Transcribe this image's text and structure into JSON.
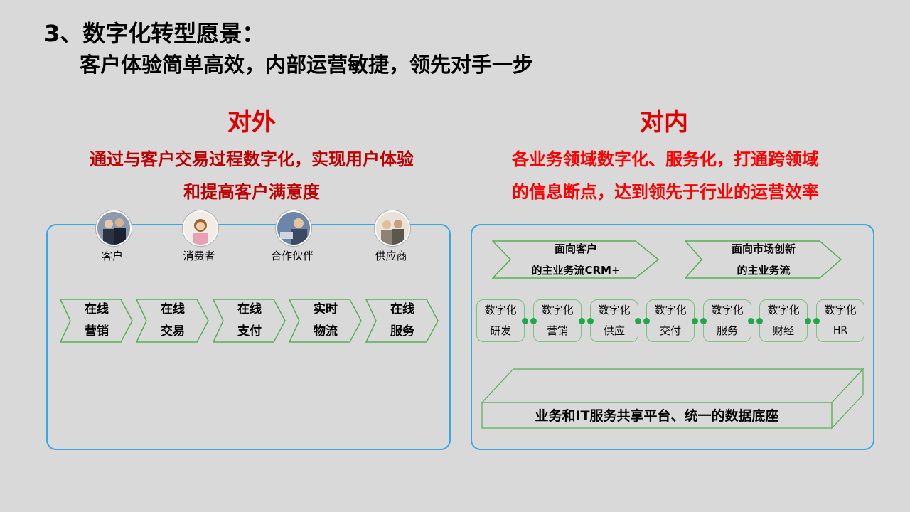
{
  "title": "3、数字化转型愿景：",
  "subtitle": "客户体验简单高效，内部运营敏捷，领先对手一步",
  "external": {
    "heading": "对外",
    "desc_line1": "通过与客户交易过程数字化，实现用户体验",
    "desc_line2": "和提高客户满意度",
    "roles": [
      {
        "label": "客户",
        "icon": "business-meeting-photo"
      },
      {
        "label": "消费者",
        "icon": "consumer-photo"
      },
      {
        "label": "合作伙伴",
        "icon": "partner-photo"
      },
      {
        "label": "供应商",
        "icon": "supplier-photo"
      }
    ],
    "steps": [
      {
        "line1": "在线",
        "line2": "营销"
      },
      {
        "line1": "在线",
        "line2": "交易"
      },
      {
        "line1": "在线",
        "line2": "支付"
      },
      {
        "line1": "实时",
        "line2": "物流"
      },
      {
        "line1": "在线",
        "line2": "服务"
      }
    ]
  },
  "internal": {
    "heading": "对内",
    "desc_line1": "各业务领域数字化、服务化，打通跨领域",
    "desc_line2": "的信息断点，达到领先于行业的运营效率",
    "flows": [
      {
        "line1": "面向客户",
        "line2": "的主业务流CRM+"
      },
      {
        "line1": "面向市场创新",
        "line2": "的主业务流"
      }
    ],
    "modules": [
      {
        "line1": "数字化",
        "line2": "研发"
      },
      {
        "line1": "数字化",
        "line2": "营销"
      },
      {
        "line1": "数字化",
        "line2": "供应"
      },
      {
        "line1": "数字化",
        "line2": "交付"
      },
      {
        "line1": "数字化",
        "line2": "服务"
      },
      {
        "line1": "数字化",
        "line2": "财经"
      },
      {
        "line1": "数字化",
        "line2": "HR"
      }
    ],
    "platform": "业务和IT服务共享平台、统一的数据底座"
  },
  "colors": {
    "background": "#d9d9d9",
    "panel_border": "#35a9e6",
    "heading_red": "#e00000",
    "desc_dark_red": "#c00000",
    "desc_red": "#ff0000",
    "green_outline": "#55b055",
    "connector_dot": "#1fa84a"
  }
}
